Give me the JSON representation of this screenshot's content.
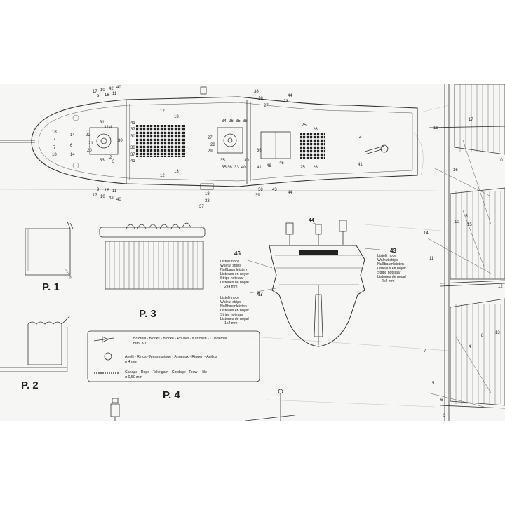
{
  "page": {
    "background": "#ffffff",
    "sheet_color": "#f6f6f5",
    "line_color": "#333333"
  },
  "deck_plan": {
    "numbers": {
      "top_left": [
        "17",
        "10",
        "42",
        "40"
      ],
      "top_left_b": [
        "9",
        "16",
        "11"
      ],
      "bottom_left": [
        "17",
        "10",
        "42",
        "40"
      ],
      "bottom_left_b": [
        "9",
        "16",
        "11"
      ],
      "bow": [
        "18",
        "7",
        "7",
        "18"
      ],
      "bow_b": [
        "14",
        "6",
        "14"
      ],
      "capstan_fore": [
        "22",
        "21",
        "20",
        "31",
        "33",
        "32",
        "4",
        "2",
        "3",
        "30",
        "41",
        "37",
        "30",
        "30",
        "37",
        "41"
      ],
      "mid": [
        "12",
        "13",
        "12",
        "13"
      ],
      "capstan_aft": [
        "34",
        "26",
        "35",
        "38",
        "27",
        "28",
        "29",
        "35",
        "36",
        "33",
        "30",
        "35",
        "36",
        "40"
      ],
      "top_right": [
        "38",
        "39",
        "27",
        "44",
        "23"
      ],
      "bottom_right": [
        "38",
        "39",
        "43",
        "44"
      ],
      "stern": [
        "25",
        "26",
        "4",
        "41",
        "45",
        "25",
        "26",
        "41",
        "46"
      ],
      "mast_bottom": [
        "18",
        "33",
        "37"
      ]
    }
  },
  "details": {
    "p1": "P. 1",
    "p2": "P. 2",
    "p3": "P. 3",
    "p4": "P. 4"
  },
  "legend": {
    "blocks": "Bozzelli - Blocks - Blöcke - Poulies - Katrollen - Cuadernal",
    "blocks_size": "mm. 3/1",
    "rings": "Anelli - Rings - Messingringe - Anneaux - Ringen - Anillos",
    "rings_size": "ø 4 mm",
    "rope": "Canapa - Rope - Takelgarn - Cordage - Touw - Hilo",
    "rope_size": "ø 0,50 mm"
  },
  "stern_view": {
    "top_num": "44",
    "left_num": "46",
    "right_num": "43",
    "bottom_num": "47",
    "left_text": [
      "Listelli noce",
      "Walnut strips",
      "Nußbaumleisten",
      "Listeaux en noyer",
      "Strips notelaar",
      "Listones de nogal",
      "2x4 mm"
    ],
    "right_text": [
      "Listelli noce",
      "Walnut strips",
      "Nußbaumleisten",
      "Listeaux en noyer",
      "Strips notelaar",
      "Listones de nogal",
      "2x2 mm"
    ],
    "bottom_text": [
      "Listelli noce",
      "Walnut strips",
      "Nußbaumleisten",
      "Listeaux en noyer",
      "Strips notelaar",
      "Listones de nogal",
      "1x2 mm"
    ]
  },
  "sails": {
    "numbers": [
      "18",
      "17",
      "16",
      "10",
      "14",
      "11",
      "10",
      "15",
      "15",
      "12",
      "4",
      "5",
      "6",
      "3",
      "7",
      "13",
      "8"
    ]
  }
}
